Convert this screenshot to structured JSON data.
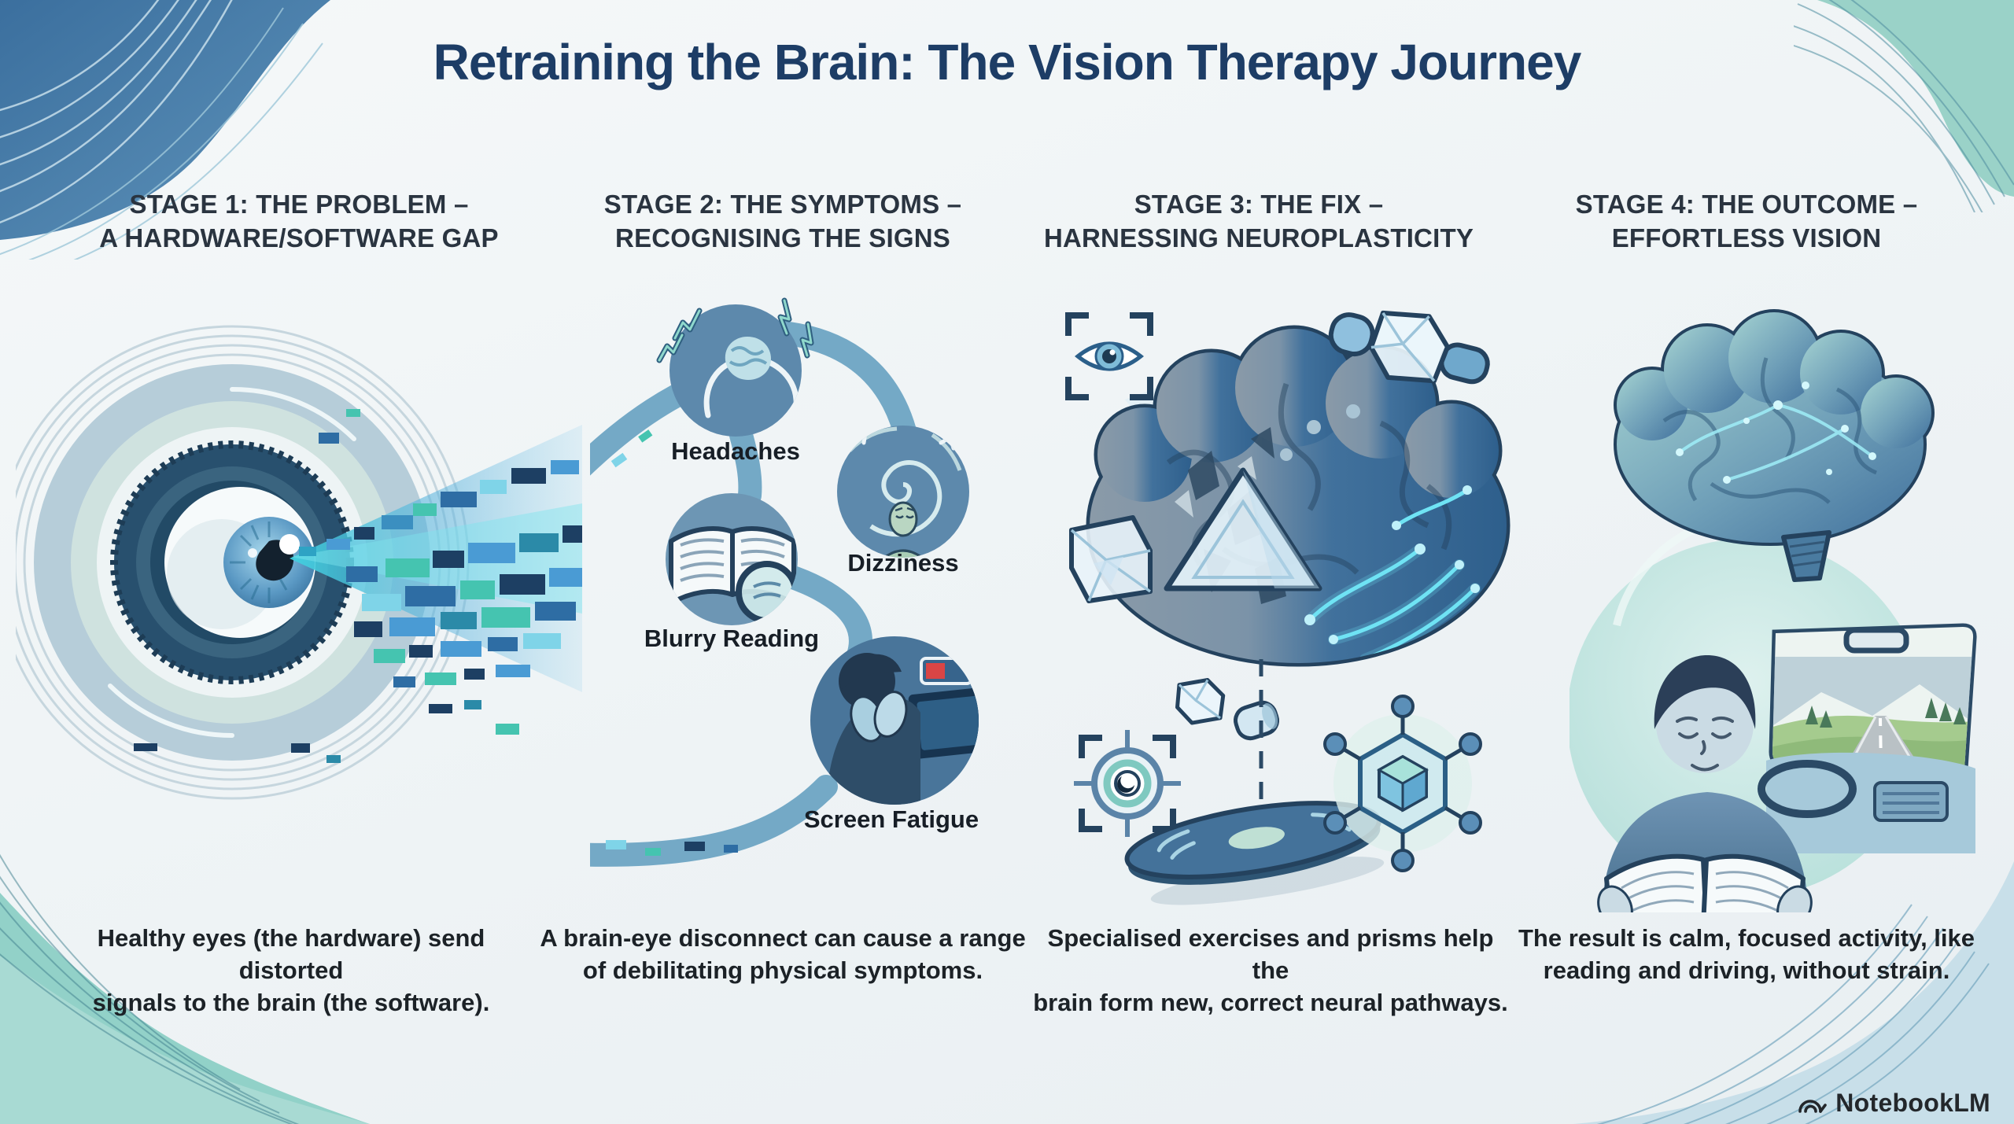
{
  "title": "Retraining the Brain: The Vision Therapy Journey",
  "stages": [
    {
      "id": 1,
      "heading_line1": "STAGE 1: THE PROBLEM –",
      "heading_line2": "A HARDWARE/SOFTWARE GAP",
      "caption_line1": "Healthy eyes (the hardware) send distorted",
      "caption_line2": "signals to the brain (the software).",
      "illustration": "eye-lens-emitting-glitched-pixel-data-stream"
    },
    {
      "id": 2,
      "heading_line1": "STAGE 2: THE SYMPTOMS –",
      "heading_line2": "RECOGNISING THE SIGNS",
      "caption_line1": "A brain-eye disconnect can cause a range",
      "caption_line2": "of debilitating physical symptoms.",
      "symptoms": [
        "Headaches",
        "Dizziness",
        "Blurry Reading",
        "Screen Fatigue"
      ],
      "illustration": "four-symptom-circles-connected-by-tubes"
    },
    {
      "id": 3,
      "heading_line1": "STAGE 3: THE FIX –",
      "heading_line2": "HARNESSING NEUROPLASTICITY",
      "caption_line1": "Specialised exercises and prisms help the",
      "caption_line2": "brain form new, correct neural pathways.",
      "illustration": "brain-with-prisms-eye-target-balance-board-molecule"
    },
    {
      "id": 4,
      "heading_line1": "STAGE 4: THE OUTCOME –",
      "heading_line2": "EFFORTLESS VISION",
      "caption_line1": "The result is calm, focused activity, like",
      "caption_line2": "reading and driving, without strain.",
      "illustration": "calm-brain-person-reading-and-driving"
    }
  ],
  "branding": {
    "logo_text": "NotebookLM",
    "logo_icon": "notebooklm-arc-icon"
  },
  "colors": {
    "title": "#1d3d66",
    "heading": "#2a3440",
    "caption": "#1c2227",
    "accent_teal": "#45c4b0",
    "accent_blue": "#2e6da4",
    "circle_blue": "#5d89ac",
    "corner_blue": "#4a7fa8",
    "corner_teal": "#9ad2c8",
    "background": "#f3f6f8"
  }
}
